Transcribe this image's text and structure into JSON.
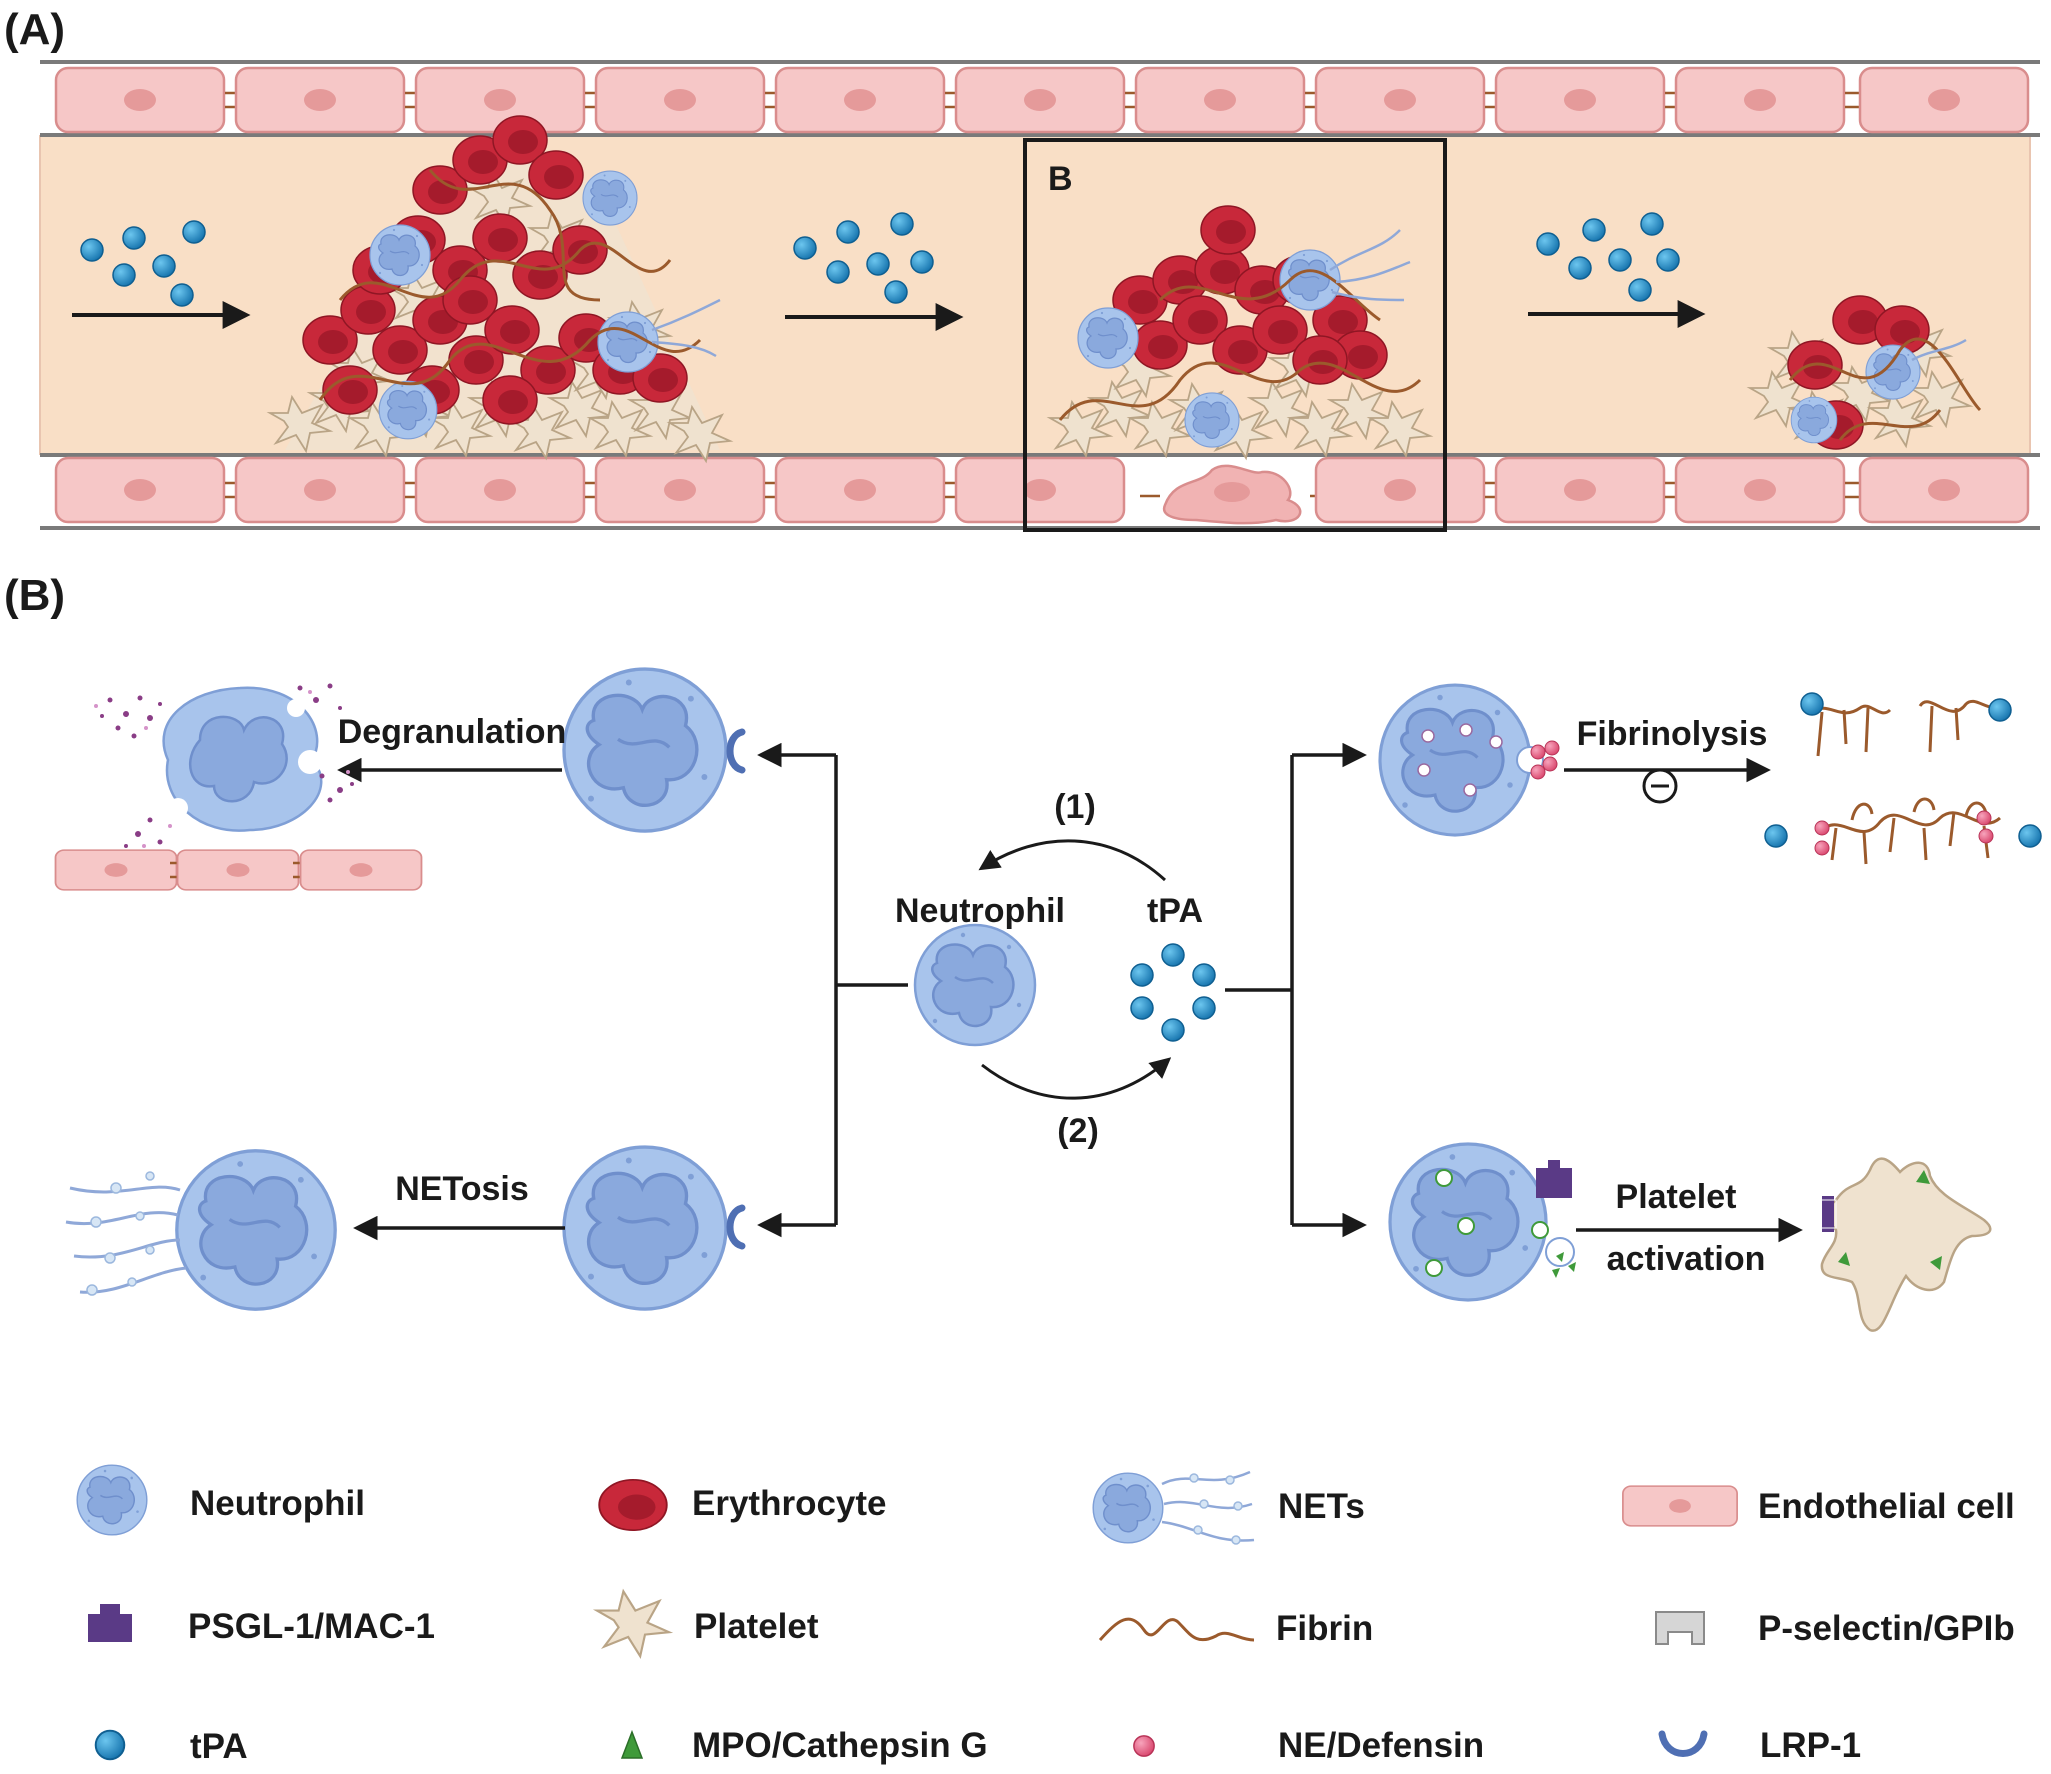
{
  "panels": {
    "a": "(A)",
    "b": "(B)",
    "zoom_box": "B"
  },
  "diagram": {
    "center_cell": "Neutrophil",
    "center_molecule": "tPA",
    "loop_top": "(1)",
    "loop_bottom": "(2)",
    "left_top_process": "Degranulation",
    "left_bottom_process": "NETosis",
    "right_top_process": "Fibrinolysis",
    "right_top_sign": "−",
    "right_bottom_process_line1": "Platelet",
    "right_bottom_process_line2": "activation"
  },
  "legend": [
    {
      "label": "Neutrophil",
      "icon": "neutrophil-icon"
    },
    {
      "label": "Erythrocyte",
      "icon": "erythrocyte-icon"
    },
    {
      "label": "NETs",
      "icon": "nets-icon"
    },
    {
      "label": "Endothelial cell",
      "icon": "endothelial-cell-icon"
    },
    {
      "label": "PSGL-1/MAC-1",
      "icon": "psgl-mac-icon"
    },
    {
      "label": "Platelet",
      "icon": "platelet-icon"
    },
    {
      "label": "Fibrin",
      "icon": "fibrin-icon"
    },
    {
      "label": "P-selectin/GPIb",
      "icon": "p-selectin-icon"
    },
    {
      "label": "tPA",
      "icon": "tpa-icon"
    },
    {
      "label": "MPO/Cathepsin G",
      "icon": "mpo-icon"
    },
    {
      "label": "NE/Defensin",
      "icon": "ne-defensin-icon"
    },
    {
      "label": "LRP-1",
      "icon": "lrp1-icon"
    }
  ],
  "colors": {
    "neutrophil": "#a8c4ec",
    "nucleus": "#7f9fd6",
    "erythrocyte": "#c8283a",
    "platelet": "#efe2cf",
    "endothelium": "#f6c7c7",
    "vessel_lumen": "#f9dfc6",
    "fibrin": "#9b5a2c",
    "tpa": "#1d86c2",
    "psgl": "#5a3a86",
    "mpo": "#3f9a3a",
    "ne_defensin": "#e0557a",
    "lrp1": "#4f6fb3"
  }
}
